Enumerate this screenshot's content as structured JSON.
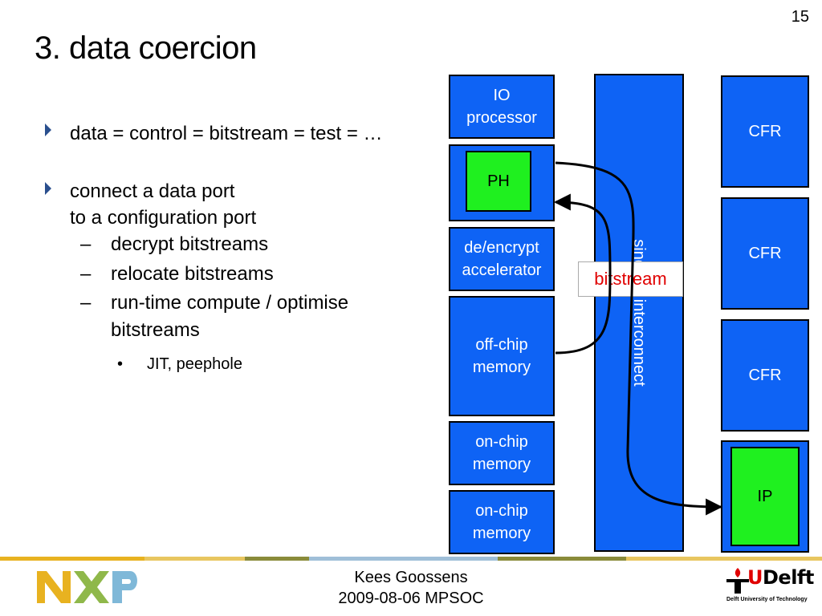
{
  "slide_number": "15",
  "title": "3. data coercion",
  "bullets": {
    "b1": "data = control = bitstream = test = …",
    "b2_line1": "connect a data port",
    "b2_line2": "to a configuration port",
    "sub1": "decrypt bitstreams",
    "sub2": "relocate bitstreams",
    "sub3_line1": "run-time compute / optimise",
    "sub3_line2": "bitstreams",
    "dash": "–",
    "dot": "•",
    "subsub1": "JIT, peephole"
  },
  "diagram": {
    "io_processor_line1": "IO",
    "io_processor_line2": "processor",
    "ph": "PH",
    "decrypt_line1": "de/encrypt",
    "decrypt_line2": "accelerator",
    "offchip_line1": "off-chip",
    "offchip_line2": "memory",
    "onchip1_line1": "on-chip",
    "onchip1_line2": "memory",
    "onchip2_line1": "on-chip",
    "onchip2_line2": "memory",
    "interconnect": "single    d interconnect",
    "bitstream": "bitstream",
    "cfr1": "CFR",
    "cfr2": "CFR",
    "cfr3": "CFR",
    "ip": "IP"
  },
  "footer": {
    "author": "Kees Goossens",
    "date_event": "2009-08-06 MPSOC",
    "nxp_logo": "NXP",
    "tu_logo_main": "TUDelft",
    "tu_logo_sub": "Delft University of Technology"
  },
  "colors": {
    "block_blue": "#0e63f5",
    "block_green": "#1ff01f",
    "bitstream_red": "#e00000",
    "bullet_blue": "#2a4f8e"
  }
}
